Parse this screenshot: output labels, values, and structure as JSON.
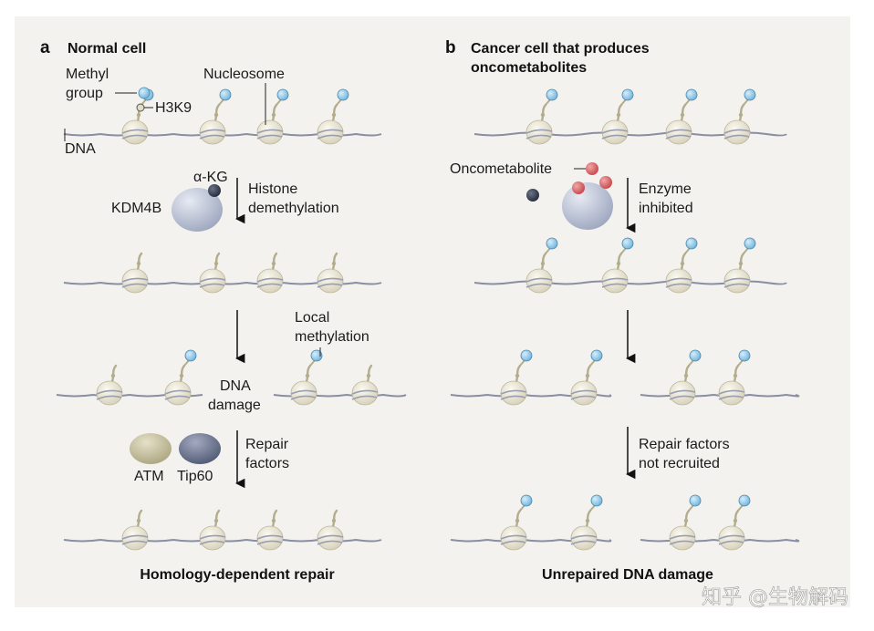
{
  "panel_a": {
    "letter": "a",
    "title": "Normal cell",
    "labels": {
      "methyl_group_1": "Methyl",
      "methyl_group_2": "group",
      "h3k9": "H3K9",
      "nucleosome": "Nucleosome",
      "dna": "DNA",
      "akg": "α-KG",
      "kdm4b": "KDM4B",
      "step1_1": "Histone",
      "step1_2": "demethylation",
      "local_1": "Local",
      "local_2": "methylation",
      "damage_1": "DNA",
      "damage_2": "damage",
      "atm": "ATM",
      "tip60": "Tip60",
      "repair_1": "Repair",
      "repair_2": "factors"
    },
    "outcome": "Homology-dependent repair"
  },
  "panel_b": {
    "letter": "b",
    "title_1": "Cancer cell that produces",
    "title_2": "oncometabolites",
    "labels": {
      "oncometabolite": "Oncometabolite",
      "enzyme_1": "Enzyme",
      "enzyme_2": "inhibited",
      "notrec_1": "Repair factors",
      "notrec_2": "not recruited"
    },
    "outcome": "Unrepaired DNA damage"
  },
  "watermark": "知乎 @生物解码",
  "colors": {
    "panel_bg": "#f3f2ee",
    "dna": "#8a8ea3",
    "nucleosome": "#e9e5d3",
    "histone_tail": "#b3ad8d",
    "methyl": "#8ec6e6",
    "kdm4b": "#b9c0d3",
    "akg": "#3a4257",
    "oncometabolite": "#d55a5d",
    "atm": "#c4bf9c",
    "tip60": "#6f7892"
  }
}
